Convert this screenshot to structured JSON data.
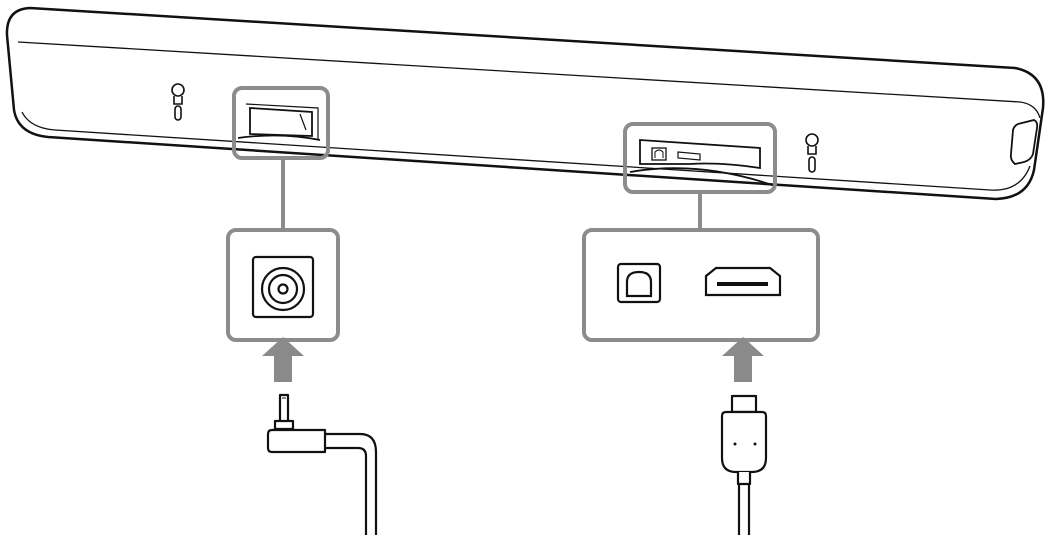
{
  "colors": {
    "outline": "#111111",
    "callout_frame": "#8c8c8c",
    "arrow": "#8a8a8a",
    "background": "#ffffff",
    "port_fill": "#ffffff"
  },
  "icons": {
    "mount_holes": "keyhole-icon",
    "power_port": "dc-power-jack-icon",
    "optical_port": "optical-input-icon",
    "hdmi_port": "hdmi-port-icon",
    "power_cable": "dc-power-plug-icon",
    "hdmi_cable": "hdmi-plug-icon",
    "direction": "up-arrow-icon"
  },
  "diagram": {
    "callouts": [
      {
        "id": "power",
        "ports": [
          "dc-power-jack"
        ]
      },
      {
        "id": "inputs",
        "ports": [
          "optical",
          "hdmi"
        ]
      }
    ]
  }
}
